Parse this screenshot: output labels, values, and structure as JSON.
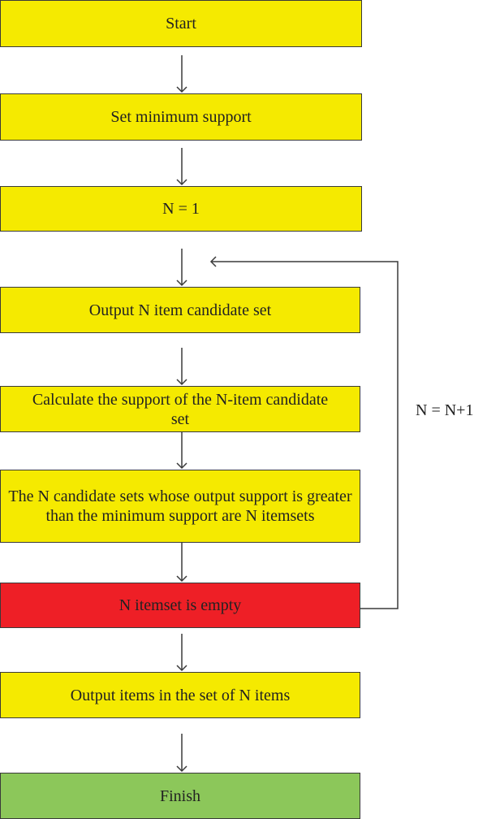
{
  "colors": {
    "process": "#f5ea00",
    "decision": "#ee1f26",
    "terminal_end": "#8cc75a",
    "line": "#3a3a3a"
  },
  "nodes": {
    "start": "Start",
    "set_min_support": "Set minimum support",
    "n_equals_1": "N = 1",
    "output_candidate_set": "Output N item candidate set",
    "calculate_support": "Calculate the support of the N-item candidate set",
    "filter_itemsets": "The N candidate sets whose output support is greater than the minimum support are N itemsets",
    "itemset_empty": "N itemset is empty",
    "output_items": "Output items in the set of N items",
    "finish": "Finish"
  },
  "loop_label": "N = N+1"
}
